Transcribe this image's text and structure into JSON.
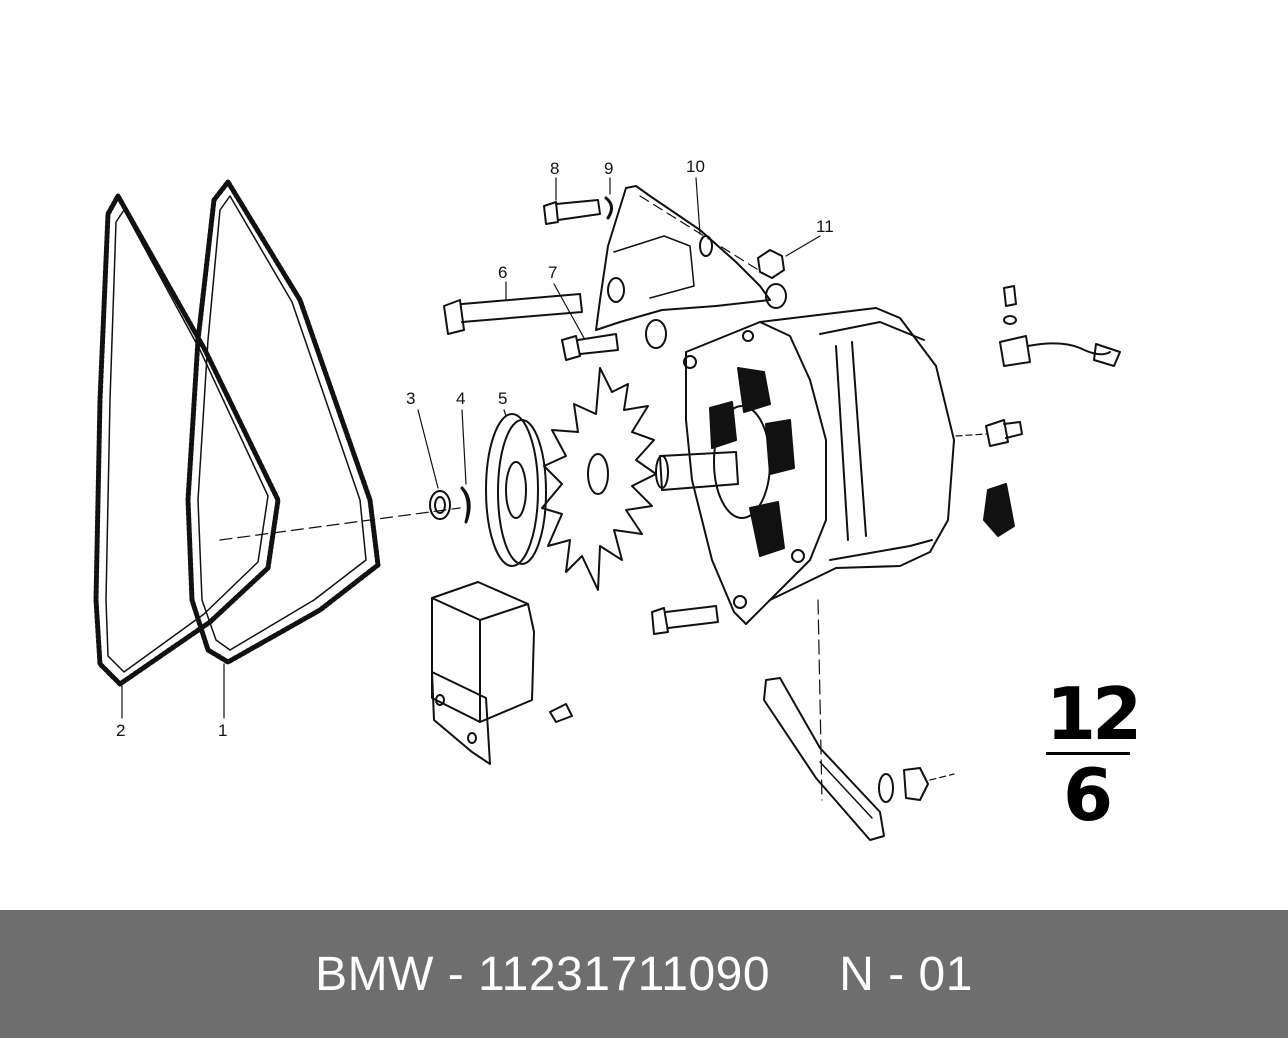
{
  "diagram": {
    "callouts": [
      "1",
      "2",
      "3",
      "4",
      "5",
      "6",
      "7",
      "8",
      "9",
      "10",
      "11"
    ],
    "group_code": {
      "top": "12",
      "bottom": "6"
    }
  },
  "footer": {
    "text": "BMW - 11231711090     N - 01"
  }
}
